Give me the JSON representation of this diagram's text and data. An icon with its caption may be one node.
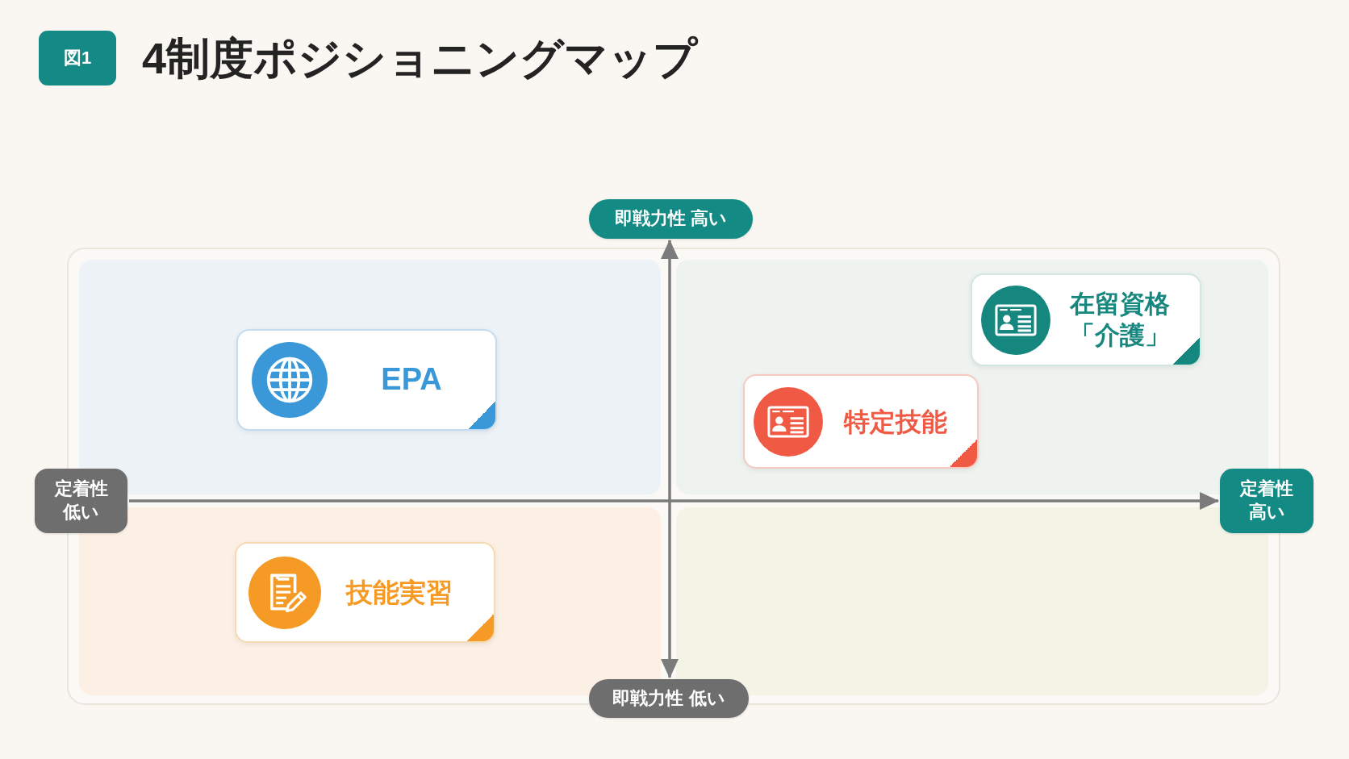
{
  "diagram": {
    "title": "4制度ポジショニングマップ",
    "nodes": [
      {
        "text": [
          "図1"
        ]
      },
      {
        "text": [
          "即戦力性 高い"
        ]
      },
      {
        "text": [
          "在留資格「介護」"
        ]
      },
      {
        "text": [
          "EPA"
        ]
      },
      {
        "text": [
          "特定技能"
        ]
      },
      {
        "text": [
          "定着性低い"
        ]
      },
      {
        "text": [
          "定着性高い"
        ]
      },
      {
        "text": [
          "技能実習"
        ]
      },
      {
        "text": [
          "即戦力性 低い"
        ]
      }
    ],
    "edges": [
      {
        "from": 8,
        "to": 1,
        "arrow": "both"
      },
      {
        "from": 5,
        "to": 6,
        "arrow": "to"
      }
    ]
  }
}
